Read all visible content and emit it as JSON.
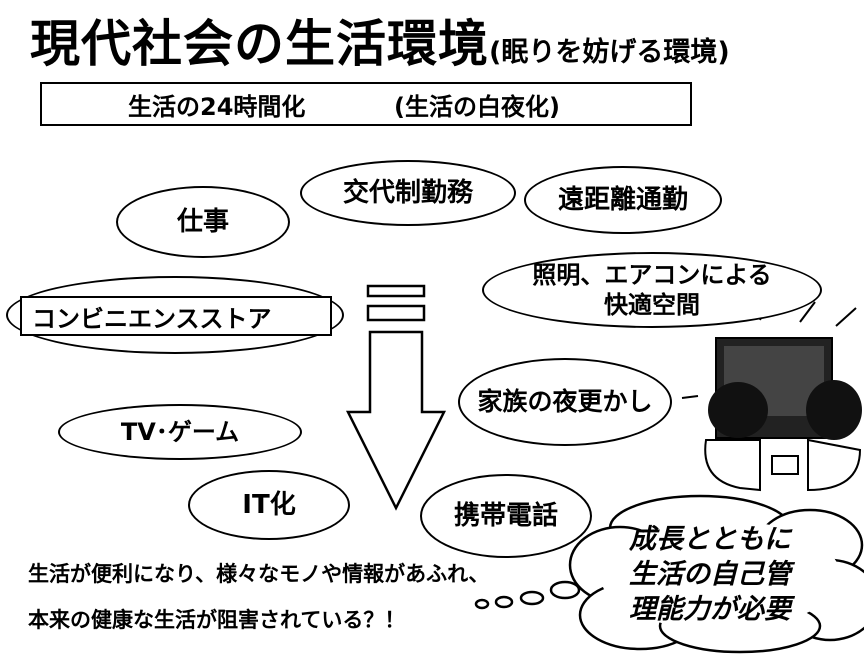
{
  "title": {
    "main": "現代社会の生活環境",
    "sub": "(眠りを妨げる環境)"
  },
  "banner": {
    "left": "生活の24時間化",
    "right": "(生活の白夜化)"
  },
  "bubbles": {
    "shift_work": "交代制勤務",
    "commute": "遠距離通勤",
    "work": "仕事",
    "comfort_line1": "照明、エアコンによる",
    "comfort_line2": "快適空間",
    "convenience_store": "コンビニエンスストア",
    "family_late": "家族の夜更かし",
    "tv_game": "TV･ゲーム",
    "it": "IT化",
    "mobile_phone": "携帯電話"
  },
  "captions": {
    "line1": "生活が便利になり、様々なモノや情報があふれ、",
    "line2": "本来の健康な生活が阻害されている？！"
  },
  "thought": {
    "line1": "成長とともに",
    "line2": "生活の自己管",
    "line3": "理能力が必要"
  }
}
